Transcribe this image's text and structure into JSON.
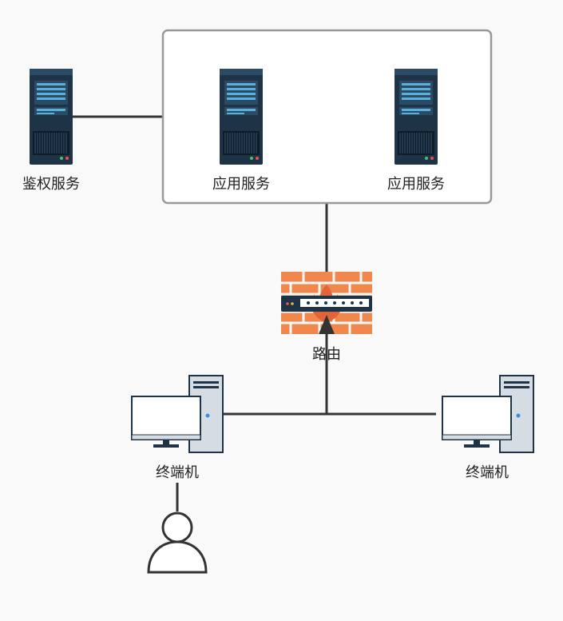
{
  "nodes": {
    "auth_server": {
      "label": "鉴权服务",
      "icon": "server-icon"
    },
    "app_server_1": {
      "label": "应用服务",
      "icon": "server-icon"
    },
    "app_server_2": {
      "label": "应用服务",
      "icon": "server-icon"
    },
    "router": {
      "label": "路由",
      "icon": "firewall-router-icon"
    },
    "terminal_1": {
      "label": "终端机",
      "icon": "desktop-computer-icon"
    },
    "terminal_2": {
      "label": "终端机",
      "icon": "desktop-computer-icon"
    },
    "user": {
      "icon": "user-icon"
    }
  },
  "colors": {
    "line": "#333333",
    "group_border": "#999999",
    "server_body": "#1f3346",
    "firewall": "#f0884e",
    "monitor_screen": "#ffffff",
    "tower": "#d6dce3"
  }
}
